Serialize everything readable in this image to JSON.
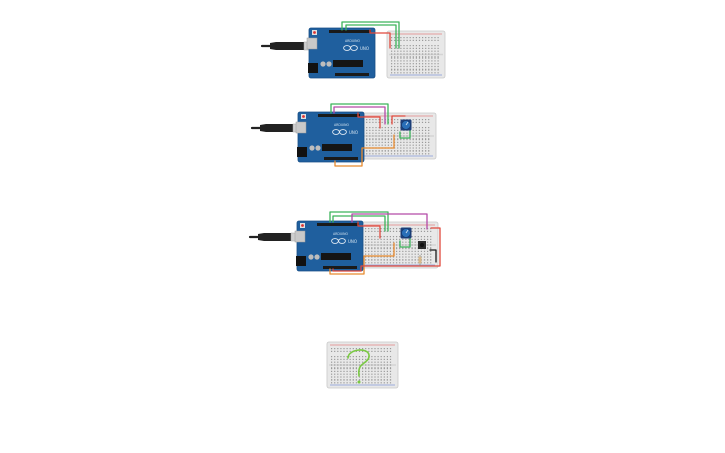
{
  "circuits": [
    {
      "id": "circuit-1",
      "board": "arduino-uno",
      "parts": [
        "usb-cable",
        "arduino-uno",
        "breadboard",
        "jumper-wires"
      ],
      "wire_colors": [
        "#3cb35a",
        "#3cb35a",
        "#e0483c"
      ]
    },
    {
      "id": "circuit-2",
      "board": "arduino-uno",
      "parts": [
        "usb-cable",
        "arduino-uno",
        "breadboard",
        "potentiometer",
        "jumper-wires"
      ],
      "wire_colors": [
        "#3cb35a",
        "#b34aa8",
        "#e0483c",
        "#e88a2e"
      ]
    },
    {
      "id": "circuit-3",
      "board": "arduino-uno",
      "parts": [
        "usb-cable",
        "arduino-uno",
        "breadboard",
        "potentiometer",
        "pushbutton",
        "resistor",
        "jumper-wires"
      ],
      "wire_colors": [
        "#3cb35a",
        "#b34aa8",
        "#e0483c",
        "#e88a2e",
        "#1a1a1a"
      ]
    },
    {
      "id": "circuit-4",
      "parts": [
        "breadboard",
        "question-mark"
      ],
      "wire_colors": [
        "#7ac943"
      ]
    }
  ],
  "board_text": {
    "brand": "ARDUINO",
    "model": "UNO"
  },
  "colors": {
    "board": "#1f5f9e",
    "board_dark": "#184f86",
    "breadboard": "#e8e8e8",
    "hole": "#9a9a9a",
    "cable": "#222222",
    "usb_plug": "#cfcfcf",
    "pot": "#2a6fb8",
    "question_mark": "#7ac943"
  }
}
